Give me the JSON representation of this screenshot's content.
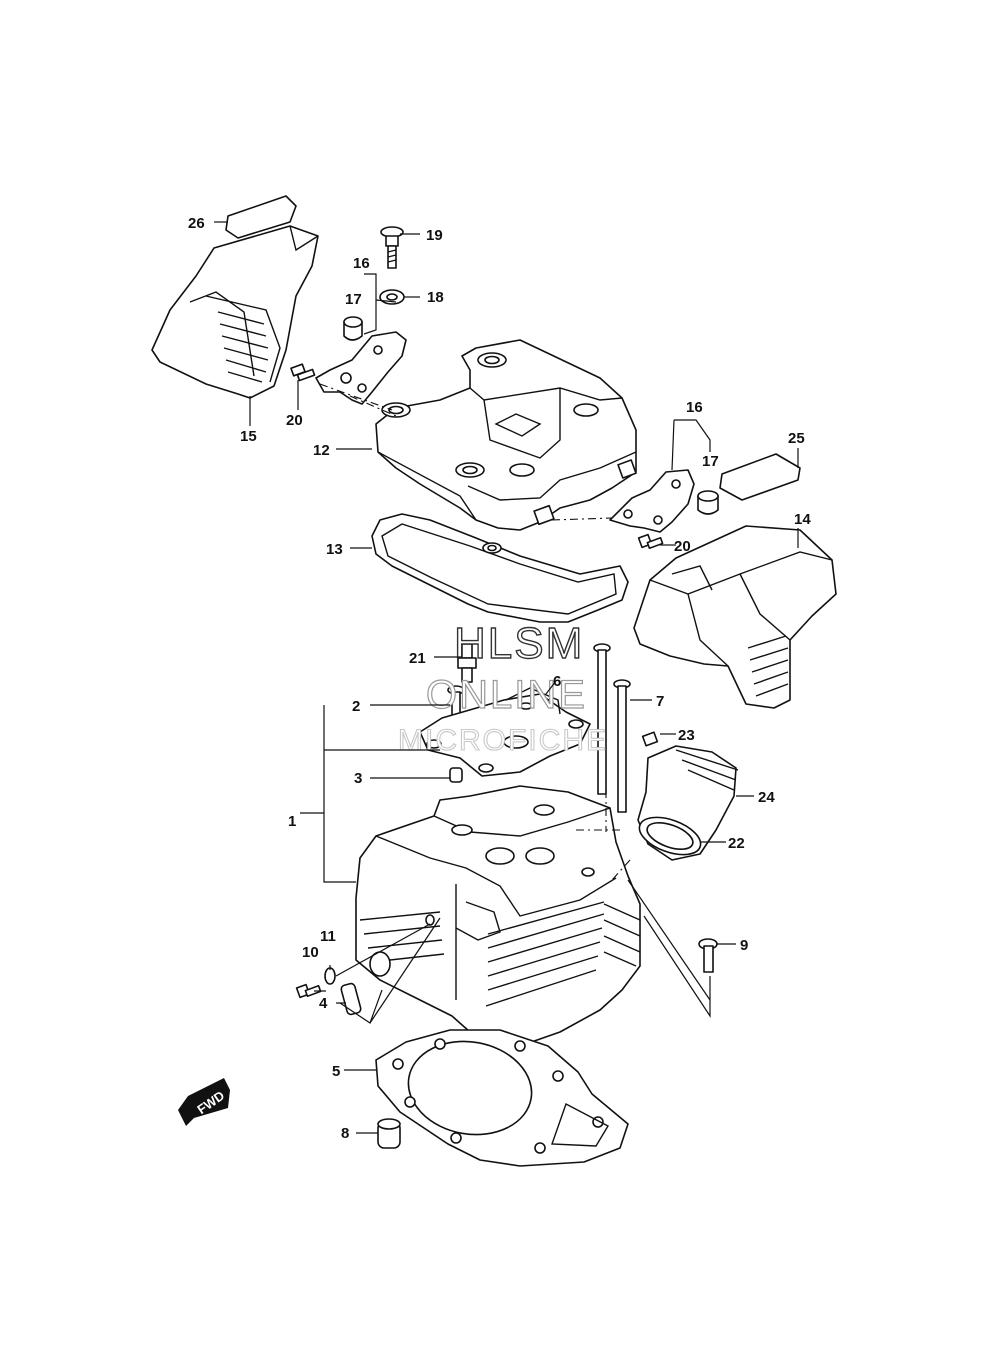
{
  "watermark": {
    "line1": "HLSM",
    "line2": "ONLINE",
    "line3": "MICROFICHE"
  },
  "direction_label": "FWD",
  "callouts": [
    {
      "id": "c1",
      "label": "1"
    },
    {
      "id": "c2",
      "label": "2"
    },
    {
      "id": "c3",
      "label": "3"
    },
    {
      "id": "c4",
      "label": "4"
    },
    {
      "id": "c5",
      "label": "5"
    },
    {
      "id": "c6",
      "label": "6"
    },
    {
      "id": "c7",
      "label": "7"
    },
    {
      "id": "c8",
      "label": "8"
    },
    {
      "id": "c9",
      "label": "9"
    },
    {
      "id": "c10",
      "label": "10"
    },
    {
      "id": "c11",
      "label": "11"
    },
    {
      "id": "c12",
      "label": "12"
    },
    {
      "id": "c13",
      "label": "13"
    },
    {
      "id": "c14",
      "label": "14"
    },
    {
      "id": "c15",
      "label": "15"
    },
    {
      "id": "c16a",
      "label": "16"
    },
    {
      "id": "c16b",
      "label": "16"
    },
    {
      "id": "c17a",
      "label": "17"
    },
    {
      "id": "c17b",
      "label": "17"
    },
    {
      "id": "c18",
      "label": "18"
    },
    {
      "id": "c19",
      "label": "19"
    },
    {
      "id": "c20a",
      "label": "20"
    },
    {
      "id": "c20b",
      "label": "20"
    },
    {
      "id": "c21",
      "label": "21"
    },
    {
      "id": "c22",
      "label": "22"
    },
    {
      "id": "c23",
      "label": "23"
    },
    {
      "id": "c24",
      "label": "24"
    },
    {
      "id": "c25",
      "label": "25"
    },
    {
      "id": "c26",
      "label": "26"
    }
  ]
}
